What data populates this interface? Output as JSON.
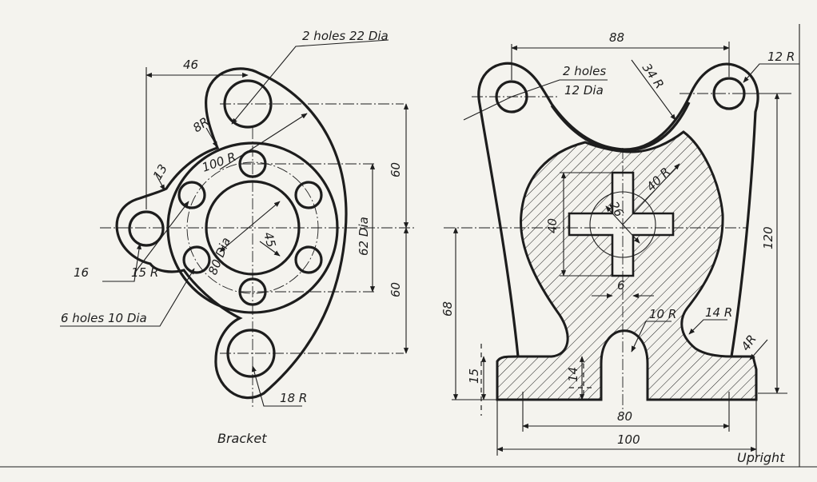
{
  "views": {
    "bracket": {
      "caption": "Bracket",
      "labels": {
        "two_holes": "2 holes 22 Dia",
        "dim_46": "46",
        "r8": "8R",
        "r100": "100 R",
        "r13": "13",
        "d16": "16",
        "r15": "15 R",
        "six_holes": "6 holes 10 Dia",
        "dia80": "80 Dia",
        "d45": "45",
        "dia62": "62 Dia",
        "dim60_top": "60",
        "dim60_bottom": "60",
        "r18": "18 R"
      }
    },
    "upright": {
      "caption": "Upright",
      "labels": {
        "dim88": "88",
        "r12": "12 R",
        "two_holes": "2 holes",
        "dia12": "12 Dia",
        "r34": "34 R",
        "r40": "40 R",
        "d26": "26",
        "d40": "40",
        "d6": "6",
        "dim120": "120",
        "dim68": "68",
        "r10": "10 R",
        "r14": "14 R",
        "r4": "4R",
        "d15": "15",
        "d14": "14",
        "dim80": "80",
        "dim100": "100"
      }
    }
  }
}
